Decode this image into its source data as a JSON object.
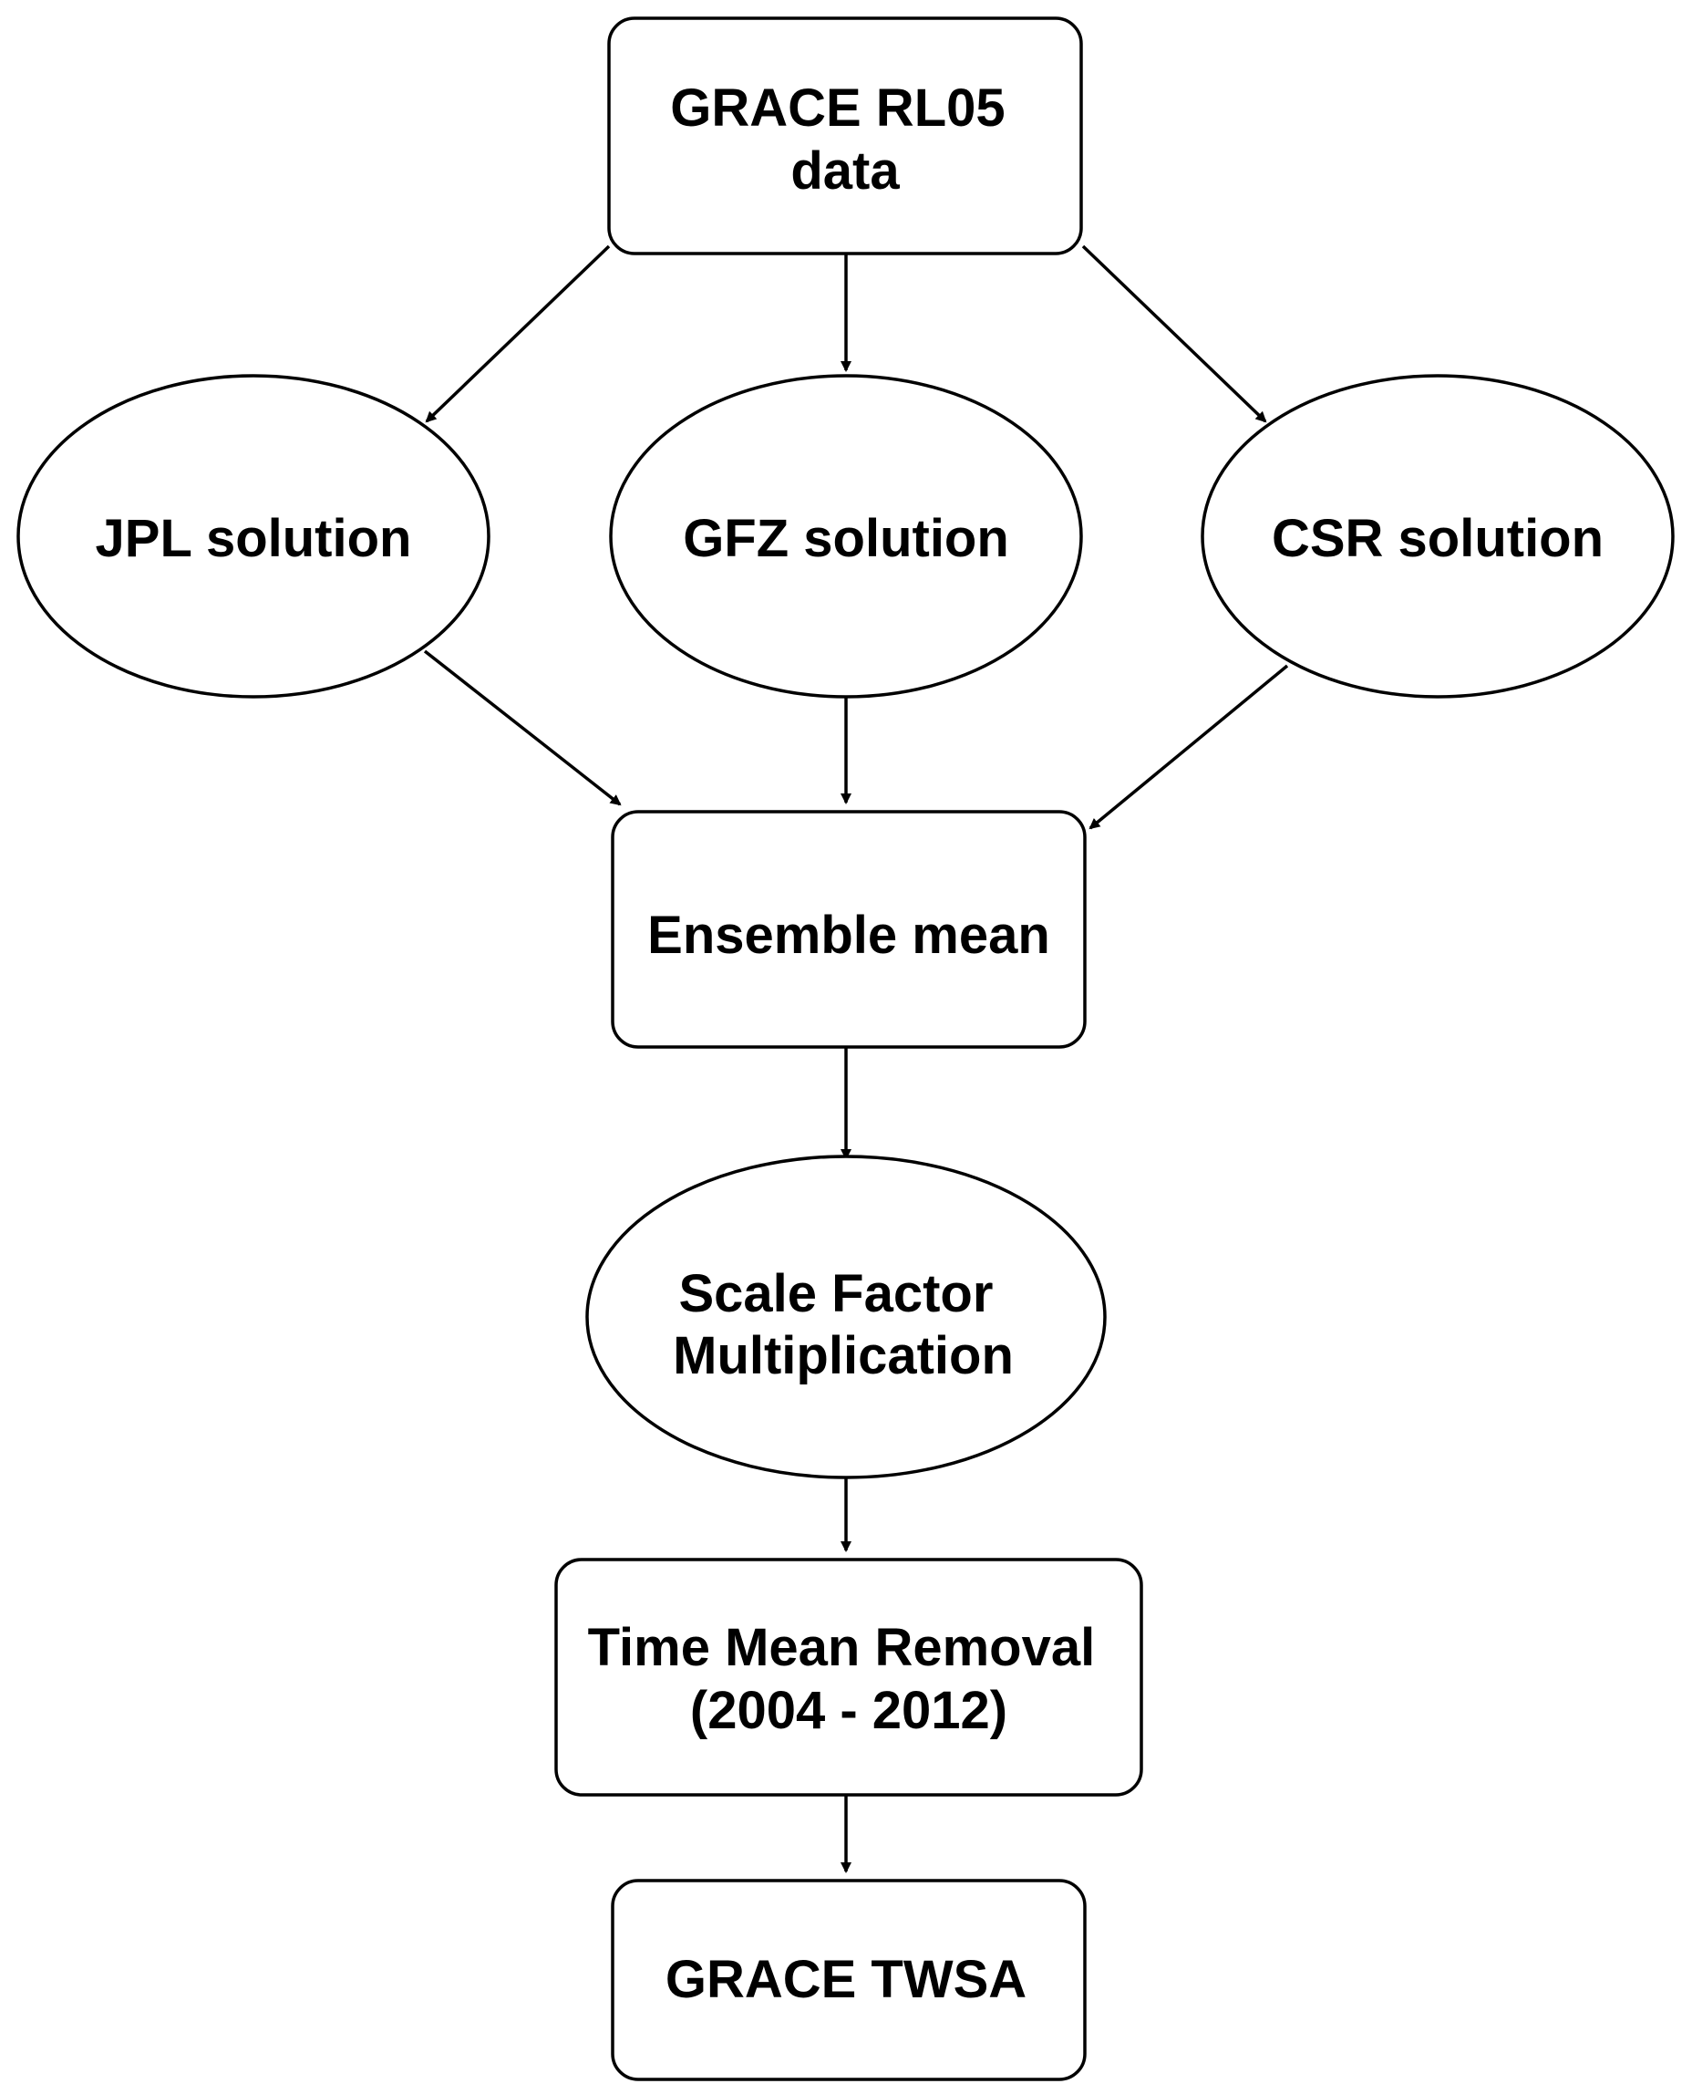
{
  "diagram": {
    "nodes": {
      "grace_rl05": {
        "shape": "rounded-rect",
        "lines": [
          "GRACE RL05",
          "data"
        ]
      },
      "jpl": {
        "shape": "ellipse",
        "lines": [
          "JPL solution"
        ]
      },
      "gfz": {
        "shape": "ellipse",
        "lines": [
          "GFZ solution"
        ]
      },
      "csr": {
        "shape": "ellipse",
        "lines": [
          "CSR solution"
        ]
      },
      "ensemble": {
        "shape": "rounded-rect",
        "lines": [
          "Ensemble mean"
        ]
      },
      "scale": {
        "shape": "ellipse",
        "lines": [
          "Scale Factor",
          "Multiplication"
        ]
      },
      "timemean": {
        "shape": "rounded-rect",
        "lines": [
          "Time Mean Removal",
          "(2004 - 2012)"
        ]
      },
      "twsa": {
        "shape": "rounded-rect",
        "lines": [
          "GRACE TWSA"
        ]
      }
    },
    "edges": [
      {
        "from": "grace_rl05",
        "to": "jpl"
      },
      {
        "from": "grace_rl05",
        "to": "gfz"
      },
      {
        "from": "grace_rl05",
        "to": "csr"
      },
      {
        "from": "jpl",
        "to": "ensemble"
      },
      {
        "from": "gfz",
        "to": "ensemble"
      },
      {
        "from": "csr",
        "to": "ensemble"
      },
      {
        "from": "ensemble",
        "to": "scale"
      },
      {
        "from": "scale",
        "to": "timemean"
      },
      {
        "from": "timemean",
        "to": "twsa"
      }
    ]
  }
}
